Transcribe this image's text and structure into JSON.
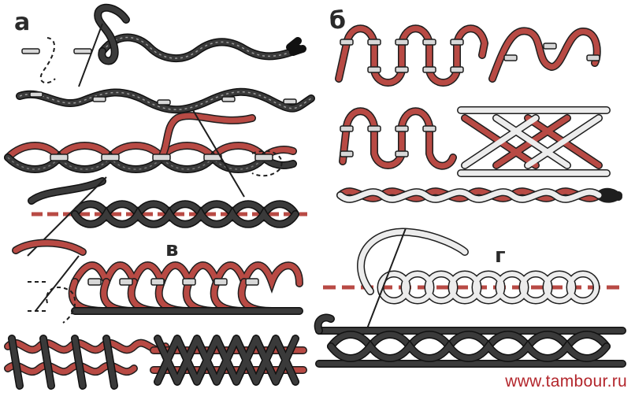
{
  "labels": {
    "a": "а",
    "b": "б",
    "v": "в",
    "g": "г"
  },
  "watermark": "www.tambour.ru",
  "colors": {
    "thread_dark": "#3a3a3a",
    "thread_red": "#b84a44",
    "thread_light": "#e8e8e8",
    "outline": "#1e1e1e",
    "watermark": "#b3262c"
  }
}
